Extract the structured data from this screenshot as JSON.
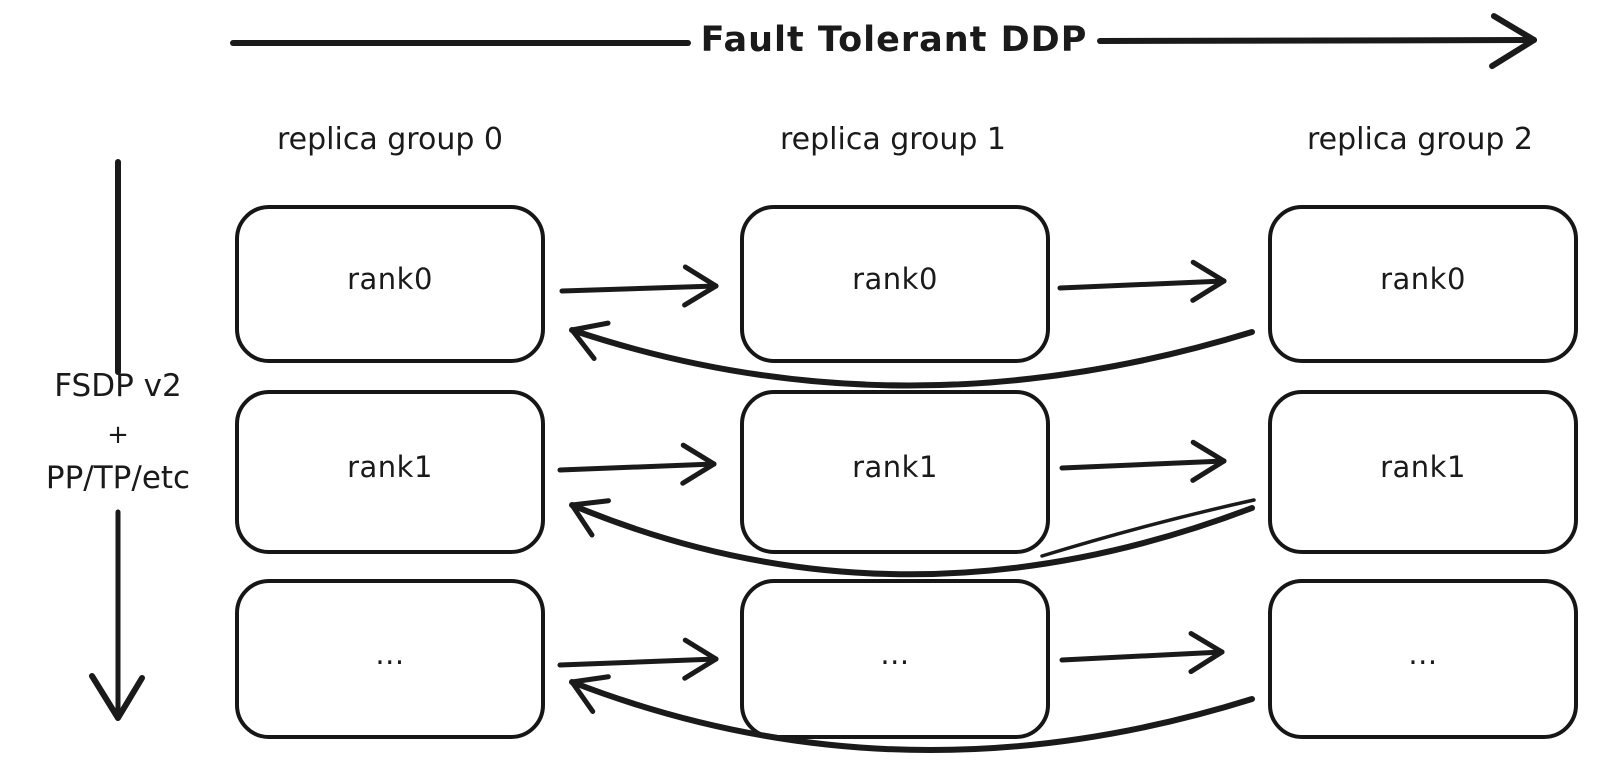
{
  "colors": {
    "ink": "#1a1a1a",
    "background": "#ffffff"
  },
  "axes": {
    "horizontal_title": "Fault Tolerant DDP",
    "vertical_lines": [
      "FSDP v2",
      "+",
      "PP/TP/etc"
    ]
  },
  "columns": [
    {
      "header": "replica group 0",
      "cells": [
        "rank0",
        "rank1",
        "..."
      ]
    },
    {
      "header": "replica group 1",
      "cells": [
        "rank0",
        "rank1",
        "..."
      ]
    },
    {
      "header": "replica group 2",
      "cells": [
        "rank0",
        "rank1",
        "..."
      ]
    }
  ]
}
